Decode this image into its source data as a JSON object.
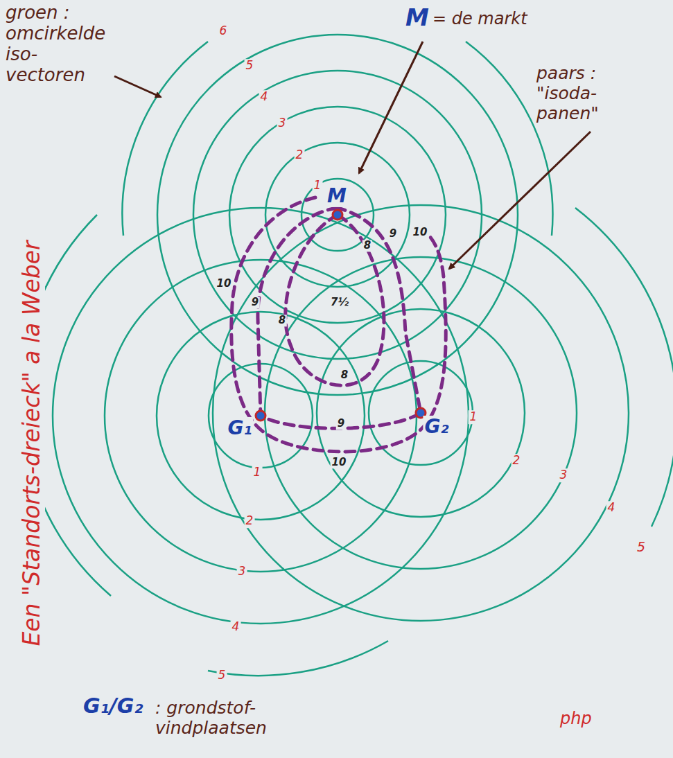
{
  "diagram": {
    "title": "Een \"Standorts-dreieck\" a la Weber",
    "labels": [
      "groen : omcirkelde iso- vectoren",
      "M",
      "= de markt",
      "paars : \"isoda- panen\"",
      "G₁/G₂",
      ": grondstof- vindplaatsen",
      "php",
      "M",
      "G₁",
      "G₂",
      "1",
      "2",
      "3",
      "4",
      "5",
      "6",
      "1",
      "2",
      "3",
      "4",
      "5",
      "1",
      "2",
      "3",
      "4",
      "5",
      "10",
      "9",
      "8",
      "7½",
      "8",
      "9",
      "10",
      "8",
      "9",
      "10"
    ]
  }
}
